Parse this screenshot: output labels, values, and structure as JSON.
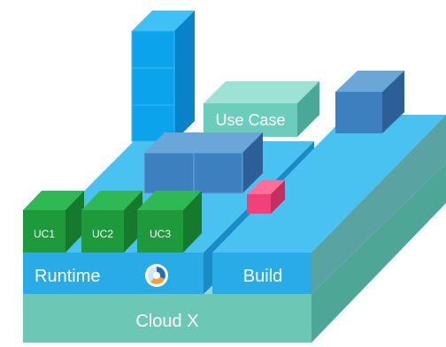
{
  "labels": {
    "cloud": "Cloud X",
    "runtime": "Runtime",
    "build": "Build",
    "use_case": "Use Case",
    "uc1": "UC1",
    "uc2": "UC2",
    "uc3": "UC3"
  },
  "colors": {
    "cloud_front": "#6cc8b5",
    "cloud_top": "#9be0d2",
    "cloud_side": "#4ea696",
    "blue_front": "#29abe8",
    "blue_top": "#49c2f2",
    "blue_side": "#1b8bc6",
    "build_side": "#5aa3a3",
    "block_front": "#3d80c0",
    "block_top": "#6aa6d8",
    "block_side": "#2c5f98",
    "stack_front": "#0aa3ec",
    "stack_top": "#3fc0f7",
    "stack_side": "#0882c8",
    "usecase_front": "#6dcdbd",
    "usecase_top": "#9ee2d6",
    "usecase_side": "#49a898",
    "uc_front": "#1e9a3c",
    "uc_top": "#2fb854",
    "uc_side": "#157a2c",
    "red_front": "#f2407a",
    "red_top": "#ff6d99",
    "icon": "runtime-gauge-icon"
  }
}
